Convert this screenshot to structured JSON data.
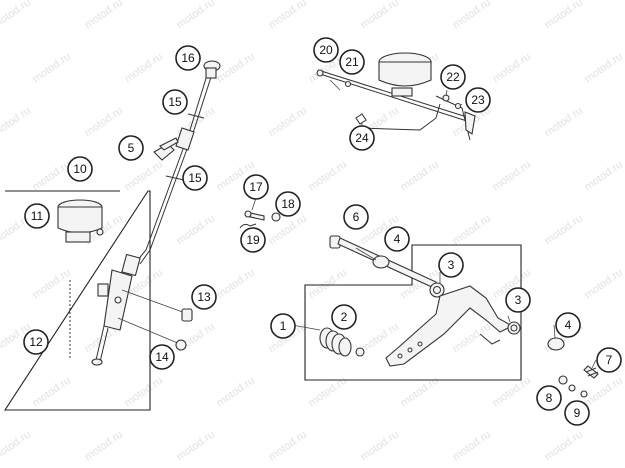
{
  "watermark": {
    "text": "motod.ru"
  },
  "callouts": [
    {
      "id": "callout-1",
      "label": "1"
    },
    {
      "id": "callout-2",
      "label": "2"
    },
    {
      "id": "callout-3a",
      "label": "3"
    },
    {
      "id": "callout-3b",
      "label": "3"
    },
    {
      "id": "callout-4a",
      "label": "4"
    },
    {
      "id": "callout-4b",
      "label": "4"
    },
    {
      "id": "callout-5",
      "label": "5"
    },
    {
      "id": "callout-6",
      "label": "6"
    },
    {
      "id": "callout-7",
      "label": "7"
    },
    {
      "id": "callout-8",
      "label": "8"
    },
    {
      "id": "callout-9",
      "label": "9"
    },
    {
      "id": "callout-10",
      "label": "10"
    },
    {
      "id": "callout-11",
      "label": "11"
    },
    {
      "id": "callout-12",
      "label": "12"
    },
    {
      "id": "callout-13",
      "label": "13"
    },
    {
      "id": "callout-14",
      "label": "14"
    },
    {
      "id": "callout-15a",
      "label": "15"
    },
    {
      "id": "callout-15b",
      "label": "15"
    },
    {
      "id": "callout-16",
      "label": "16"
    },
    {
      "id": "callout-17",
      "label": "17"
    },
    {
      "id": "callout-18",
      "label": "18"
    },
    {
      "id": "callout-19",
      "label": "19"
    },
    {
      "id": "callout-20",
      "label": "20"
    },
    {
      "id": "callout-21",
      "label": "21"
    },
    {
      "id": "callout-22",
      "label": "22"
    },
    {
      "id": "callout-23",
      "label": "23"
    },
    {
      "id": "callout-24",
      "label": "24"
    }
  ]
}
